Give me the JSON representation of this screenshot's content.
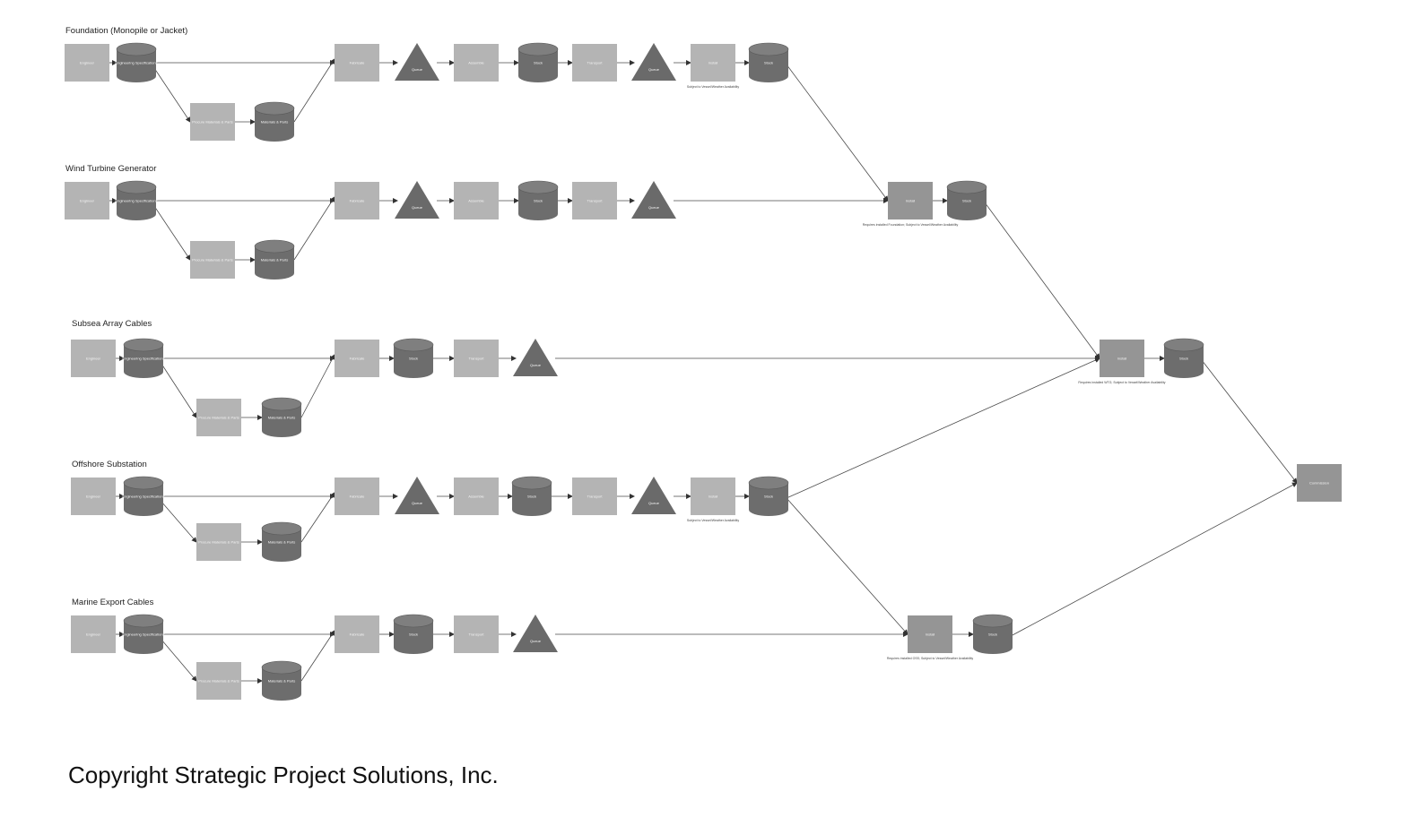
{
  "colors": {
    "process_fill": "#b4b4b4",
    "process_fill_dark": "#959595",
    "storage_fill": "#6d6d6d",
    "storage_top": "#7f7f7f",
    "queue_fill": "#6a6a6a",
    "edge": "#4a4a4a",
    "text": "#222222"
  },
  "rows": [
    {
      "title": "Foundation (Monopile or Jacket)",
      "nodes": [
        {
          "id": "f_eng",
          "shape": "process",
          "label": "Engineer"
        },
        {
          "id": "f_spec",
          "shape": "storage",
          "label": "Engineering Specifications"
        },
        {
          "id": "f_proc",
          "shape": "process",
          "label": "Procure Materials & Parts"
        },
        {
          "id": "f_mat",
          "shape": "storage",
          "label": "Materials & Parts"
        },
        {
          "id": "f_fab",
          "shape": "process",
          "label": "Fabricate"
        },
        {
          "id": "f_q1",
          "shape": "queue",
          "label": "Queue"
        },
        {
          "id": "f_asm",
          "shape": "process",
          "label": "Assemble"
        },
        {
          "id": "f_stock1",
          "shape": "storage",
          "label": "Stock"
        },
        {
          "id": "f_trans",
          "shape": "process",
          "label": "Transport"
        },
        {
          "id": "f_q2",
          "shape": "queue",
          "label": "Queue"
        },
        {
          "id": "f_inst",
          "shape": "process",
          "label": "Install",
          "note": "Subject to Vessel/Weather Availability"
        },
        {
          "id": "f_stock2",
          "shape": "storage",
          "label": "Stock"
        }
      ]
    },
    {
      "title": "Wind Turbine Generator",
      "nodes": [
        {
          "id": "w_eng",
          "shape": "process",
          "label": "Engineer"
        },
        {
          "id": "w_spec",
          "shape": "storage",
          "label": "Engineering Specifications"
        },
        {
          "id": "w_proc",
          "shape": "process",
          "label": "Procure Materials & Parts"
        },
        {
          "id": "w_mat",
          "shape": "storage",
          "label": "Materials & Parts"
        },
        {
          "id": "w_fab",
          "shape": "process",
          "label": "Fabricate"
        },
        {
          "id": "w_q1",
          "shape": "queue",
          "label": "Queue"
        },
        {
          "id": "w_asm",
          "shape": "process",
          "label": "Assemble"
        },
        {
          "id": "w_stock1",
          "shape": "storage",
          "label": "Stock"
        },
        {
          "id": "w_trans",
          "shape": "process",
          "label": "Transport"
        },
        {
          "id": "w_q2",
          "shape": "queue",
          "label": "Queue"
        },
        {
          "id": "w_inst",
          "shape": "process",
          "label": "Install",
          "note": "Requires installed Foundation; Subject to Vessel/Weather Availability"
        },
        {
          "id": "w_stock2",
          "shape": "storage",
          "label": "Stock"
        }
      ]
    },
    {
      "title": "Subsea Array Cables",
      "nodes": [
        {
          "id": "a_eng",
          "shape": "process",
          "label": "Engineer"
        },
        {
          "id": "a_spec",
          "shape": "storage",
          "label": "Engineering Specifications"
        },
        {
          "id": "a_proc",
          "shape": "process",
          "label": "Procure Materials & Parts"
        },
        {
          "id": "a_mat",
          "shape": "storage",
          "label": "Materials & Parts"
        },
        {
          "id": "a_fab",
          "shape": "process",
          "label": "Fabricate"
        },
        {
          "id": "a_stock",
          "shape": "storage",
          "label": "Stock"
        },
        {
          "id": "a_trans",
          "shape": "process",
          "label": "Transport"
        },
        {
          "id": "a_q",
          "shape": "queue",
          "label": "Queue"
        },
        {
          "id": "a_inst",
          "shape": "process",
          "label": "Install",
          "note": "Requires installed WTG; Subject to Vessel/Weather Availability"
        },
        {
          "id": "a_stock2",
          "shape": "storage",
          "label": "Stock"
        }
      ]
    },
    {
      "title": "Offshore Substation",
      "nodes": [
        {
          "id": "o_eng",
          "shape": "process",
          "label": "Engineer"
        },
        {
          "id": "o_spec",
          "shape": "storage",
          "label": "Engineering Specifications"
        },
        {
          "id": "o_proc",
          "shape": "process",
          "label": "Procure Materials & Parts"
        },
        {
          "id": "o_mat",
          "shape": "storage",
          "label": "Materials & Parts"
        },
        {
          "id": "o_fab",
          "shape": "process",
          "label": "Fabricate"
        },
        {
          "id": "o_q1",
          "shape": "queue",
          "label": "Queue"
        },
        {
          "id": "o_asm",
          "shape": "process",
          "label": "Assemble"
        },
        {
          "id": "o_stock1",
          "shape": "storage",
          "label": "Stock"
        },
        {
          "id": "o_trans",
          "shape": "process",
          "label": "Transport"
        },
        {
          "id": "o_q2",
          "shape": "queue",
          "label": "Queue"
        },
        {
          "id": "o_inst",
          "shape": "process",
          "label": "Install",
          "note": "Subject to Vessel/Weather Availability"
        },
        {
          "id": "o_stock2",
          "shape": "storage",
          "label": "Stock"
        }
      ]
    },
    {
      "title": "Marine Export Cables",
      "nodes": [
        {
          "id": "m_eng",
          "shape": "process",
          "label": "Engineer"
        },
        {
          "id": "m_spec",
          "shape": "storage",
          "label": "Engineering Specifications"
        },
        {
          "id": "m_proc",
          "shape": "process",
          "label": "Procure Materials & Parts"
        },
        {
          "id": "m_mat",
          "shape": "storage",
          "label": "Materials & Parts"
        },
        {
          "id": "m_fab",
          "shape": "process",
          "label": "Fabricate"
        },
        {
          "id": "m_stock",
          "shape": "storage",
          "label": "Stock"
        },
        {
          "id": "m_trans",
          "shape": "process",
          "label": "Transport"
        },
        {
          "id": "m_q",
          "shape": "queue",
          "label": "Queue"
        },
        {
          "id": "m_inst",
          "shape": "process",
          "label": "Install",
          "note": "Requires installed OSS; Subject to Vessel/Weather Availability"
        },
        {
          "id": "m_stock2",
          "shape": "storage",
          "label": "Stock"
        }
      ]
    }
  ],
  "final": {
    "id": "commission",
    "shape": "process",
    "label": "Commission"
  },
  "copyright": "Copyright Strategic Project Solutions, Inc."
}
